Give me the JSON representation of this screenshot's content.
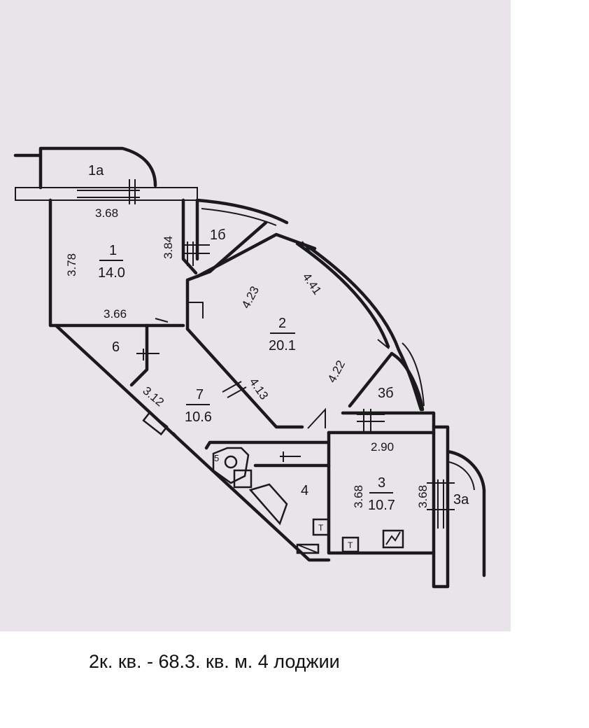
{
  "caption": "2к. кв. - 68.3. кв. м.  4 лоджии",
  "rooms": [
    {
      "id": "1",
      "area": "14.0"
    },
    {
      "id": "2",
      "area": "20.1"
    },
    {
      "id": "3",
      "area": "10.7"
    },
    {
      "id": "4"
    },
    {
      "id": "5"
    },
    {
      "id": "6"
    },
    {
      "id": "7",
      "area": "10.6"
    },
    {
      "id": "1а"
    },
    {
      "id": "1б"
    },
    {
      "id": "3а"
    },
    {
      "id": "3б"
    }
  ],
  "dimensions": {
    "r1_top": "3.68",
    "r1_left": "3.78",
    "r1_right": "3.84",
    "r1_bottom": "3.66",
    "r2_a": "4.23",
    "r2_b": "4.41",
    "r2_c": "4.22",
    "r2_d": "4.13",
    "r7_diag": "3.12",
    "r3_top": "2.90",
    "r3_left": "3.68",
    "r3_right": "3.68"
  },
  "symbols": {
    "meter": "T"
  }
}
